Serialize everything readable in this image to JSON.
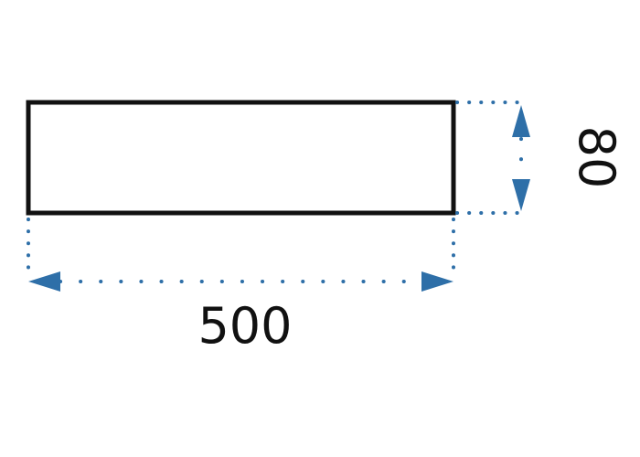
{
  "dimensions": {
    "width_label": "500",
    "height_label": "80",
    "width_value": 500,
    "height_value": 80
  },
  "colors": {
    "outline": "#111111",
    "dimension_line": "#2e6fa8",
    "background": "#ffffff"
  }
}
